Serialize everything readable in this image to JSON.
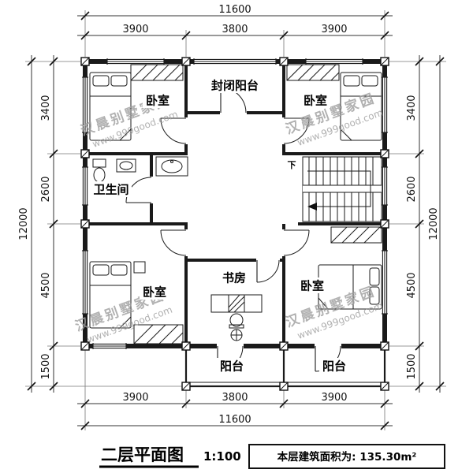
{
  "colors": {
    "line": "#1a1a1a",
    "watermark": "#9e9e9e",
    "background": "#ffffff"
  },
  "watermark": {
    "brand": "汉晨别墅家园",
    "url": "www.999good.com"
  },
  "rooms": {
    "bedroom_nw": "卧室",
    "enclosed_balcony": "封闭阳台",
    "bedroom_ne": "卧室",
    "bathroom": "卫生间",
    "study": "书房",
    "bedroom_sw": "卧室",
    "bedroom_se": "卧室",
    "balcony_south_mid": "阳台",
    "balcony_south_right": "阳台",
    "stair_direction": "下"
  },
  "dims": {
    "width_total": "11600",
    "width_segments": [
      "3900",
      "3800",
      "3900"
    ],
    "height_total": "12000",
    "height_segments": [
      "3400",
      "2600",
      "4500",
      "1500"
    ]
  },
  "title_block": {
    "title": "二层平面图",
    "scale": "1:100",
    "area_note": "本层建筑面积为: 135.30m²"
  }
}
